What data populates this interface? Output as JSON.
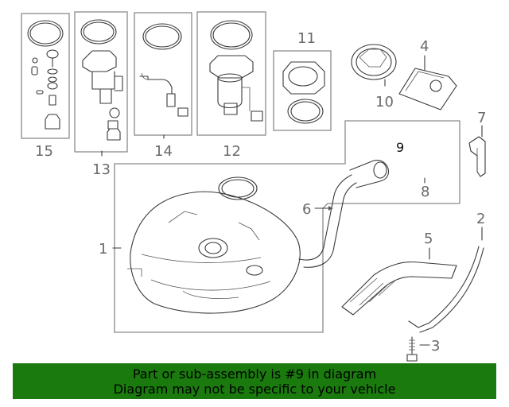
{
  "callouts": {
    "c1": "1",
    "c2": "2",
    "c3": "3",
    "c4": "4",
    "c5": "5",
    "c6": "6",
    "c7": "7",
    "c8": "8",
    "c9": "9",
    "c10": "10",
    "c11": "11",
    "c12": "12",
    "c13": "13",
    "c14": "14",
    "c15": "15"
  },
  "highlight_color": "#1a7a0e",
  "banner": {
    "line1": "Part or sub-assembly is #9 in diagram",
    "line2": "Diagram may not be specific to your vehicle"
  }
}
